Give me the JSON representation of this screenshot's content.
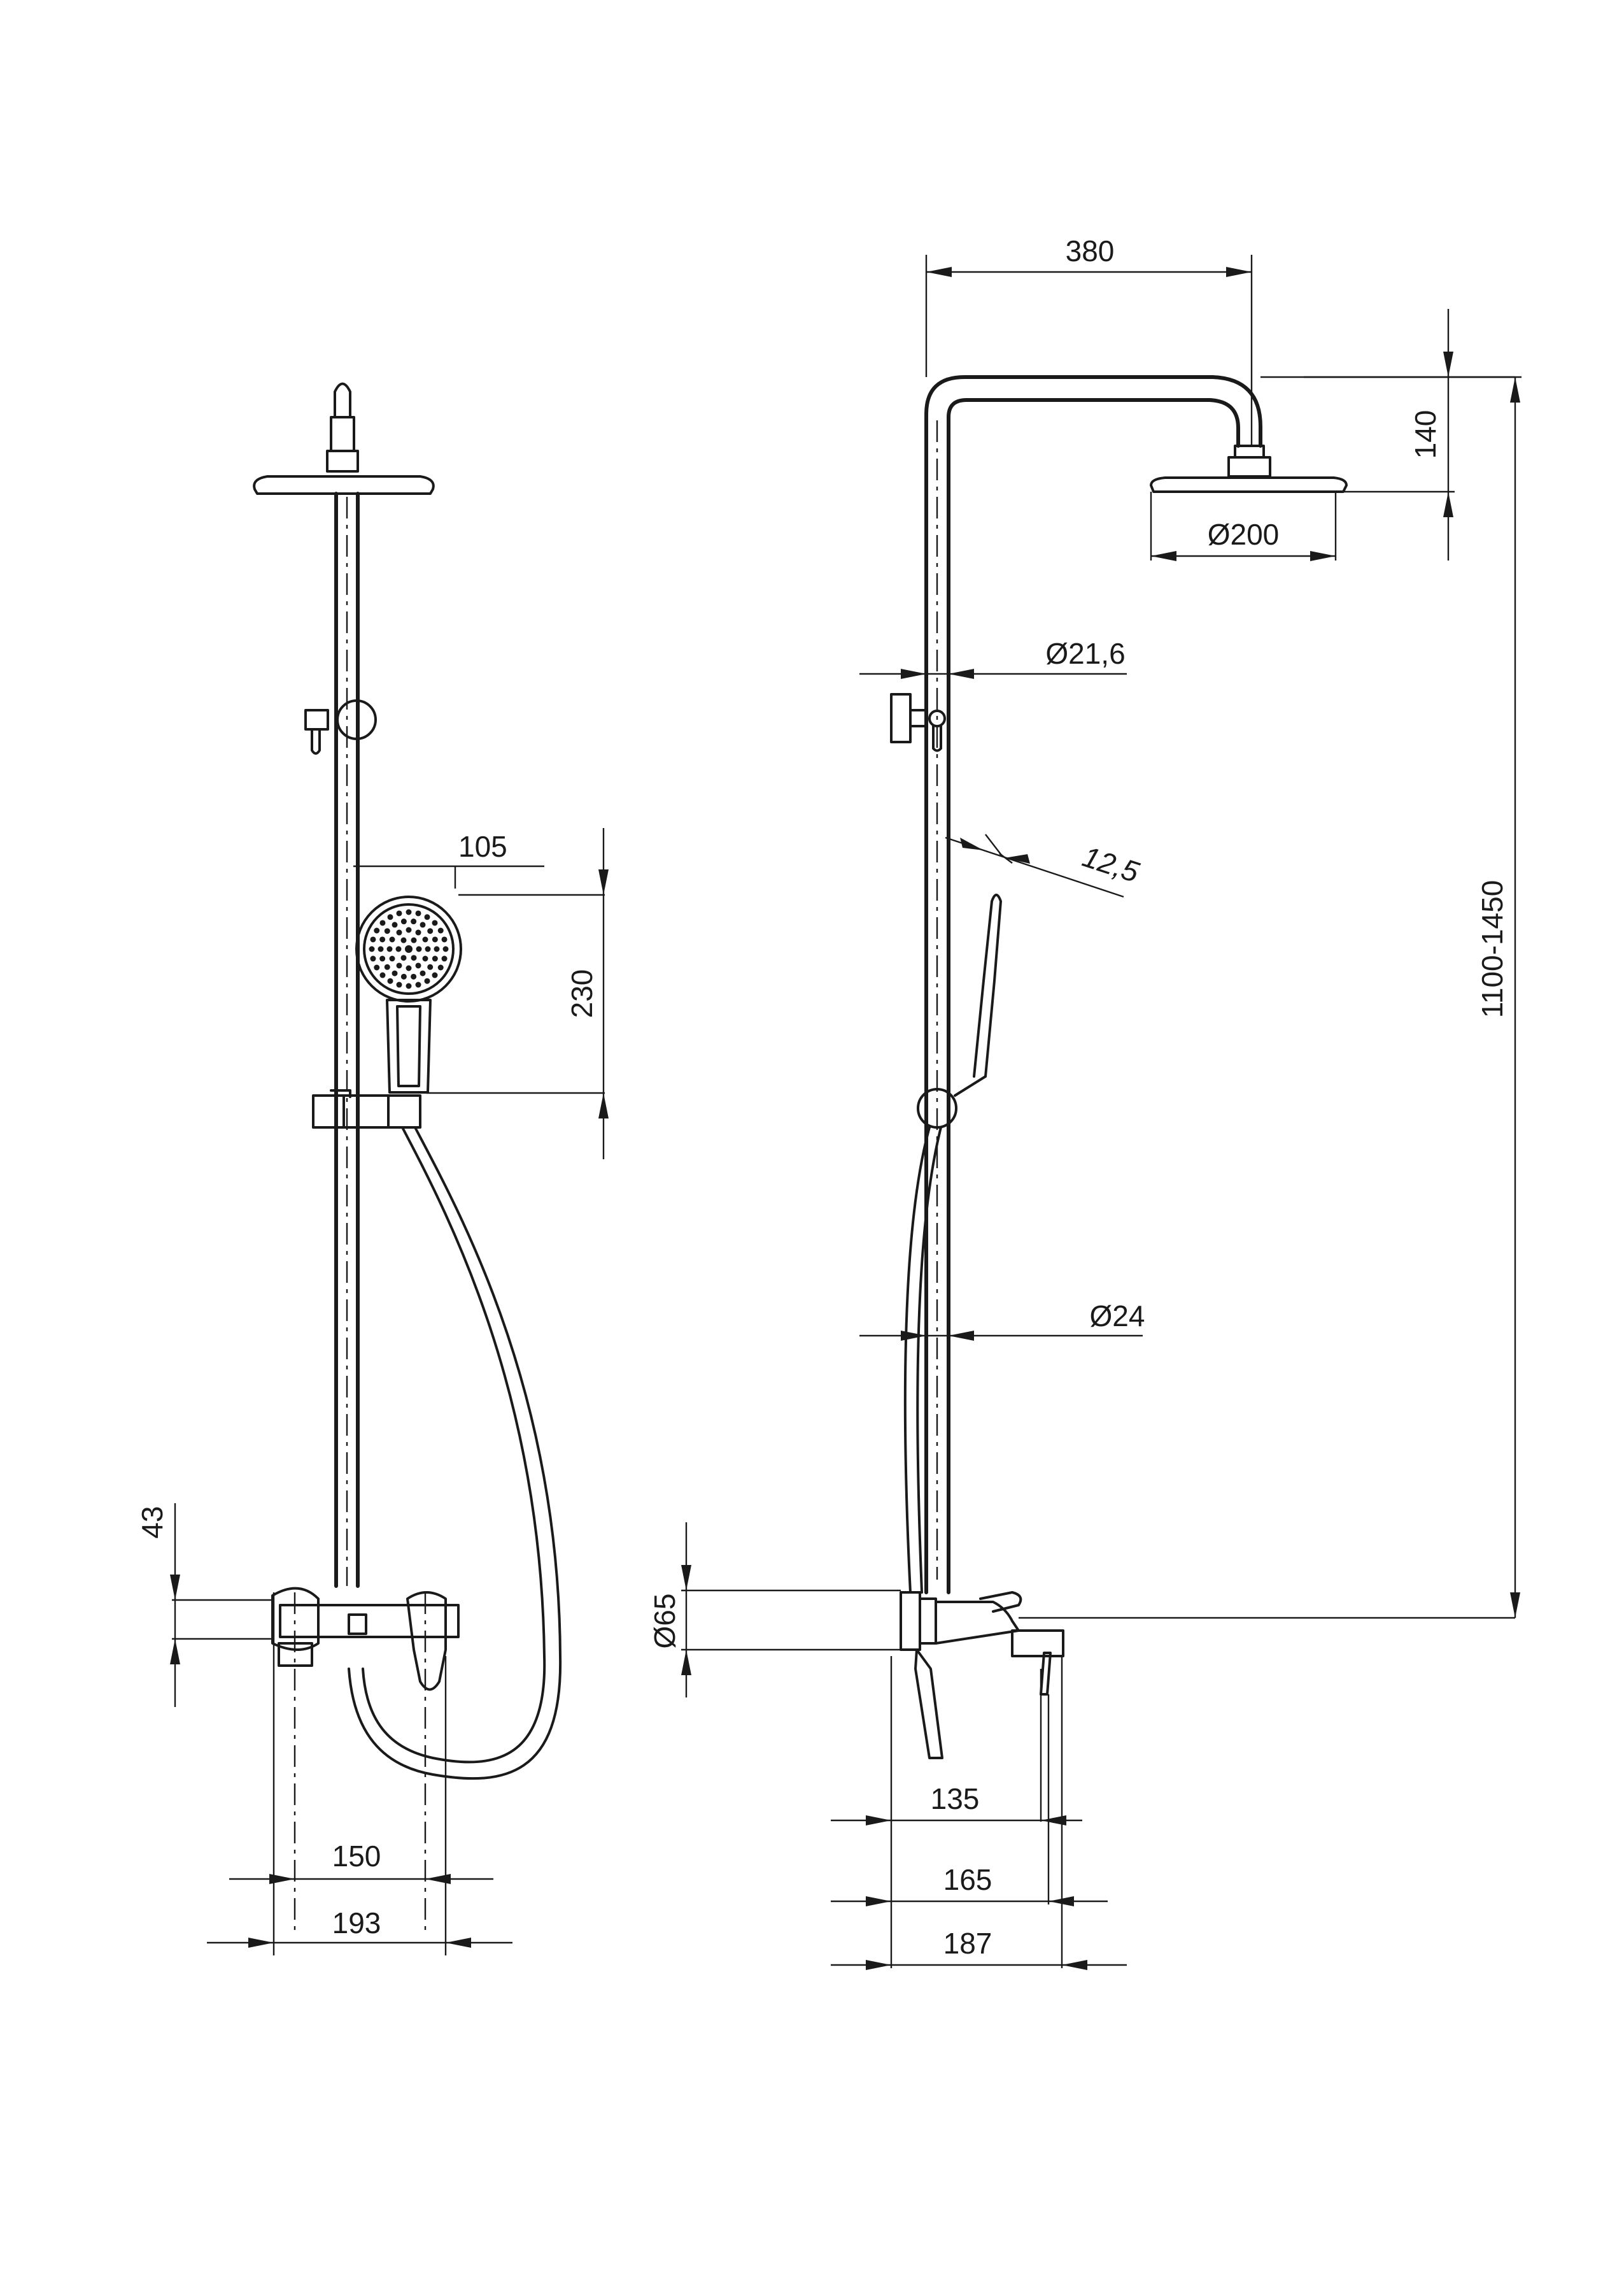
{
  "dimensions": {
    "left_105": "105",
    "left_230": "230",
    "left_43": "43",
    "left_150": "150",
    "left_193": "193",
    "right_380": "380",
    "right_140": "140",
    "right_d200": "Ø200",
    "right_d21_6": "Ø21,6",
    "right_12_5": "12,5",
    "right_1100_1450": "1100-1450",
    "right_d24": "Ø24",
    "right_d65": "Ø65",
    "right_135": "135",
    "right_165": "165",
    "right_187": "187"
  }
}
